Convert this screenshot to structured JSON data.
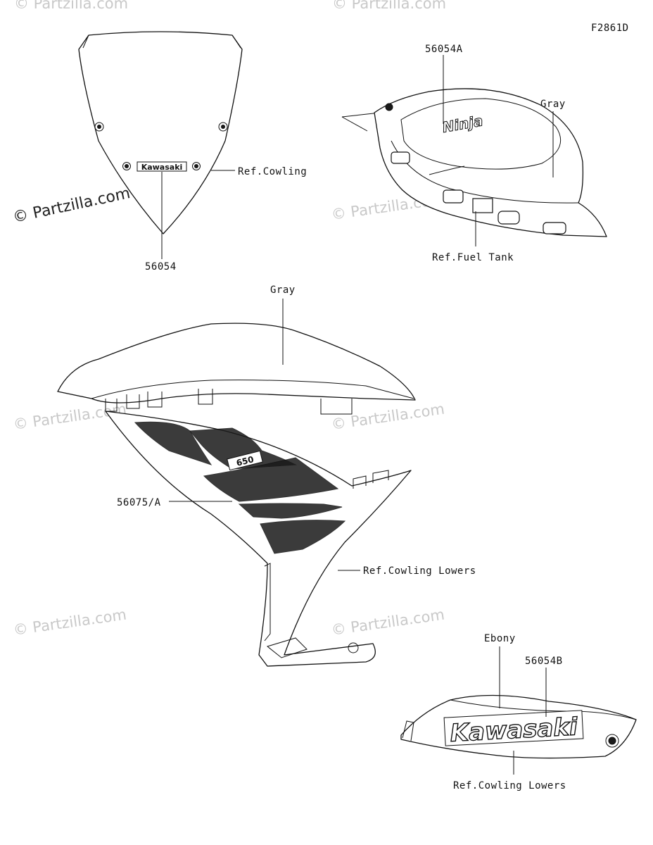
{
  "figure_code": "F2861D",
  "watermark_text": "© Partzilla.com",
  "callouts": {
    "windshield_part": "56054",
    "windshield_ref": "Ref.Cowling",
    "windshield_logo": "Kawasaki",
    "tank_part": "56054A",
    "tank_color": "Gray",
    "tank_ref": "Ref.Fuel Tank",
    "tank_logo": "Ninja",
    "cowl_color": "Gray",
    "cowl_part": "56075/A",
    "cowl_ref": "Ref.Cowling Lowers",
    "cowl_logo": "650",
    "lower_color": "Ebony",
    "lower_part": "56054B",
    "lower_ref": "Ref.Cowling Lowers",
    "lower_logo": "Kawasaki"
  }
}
